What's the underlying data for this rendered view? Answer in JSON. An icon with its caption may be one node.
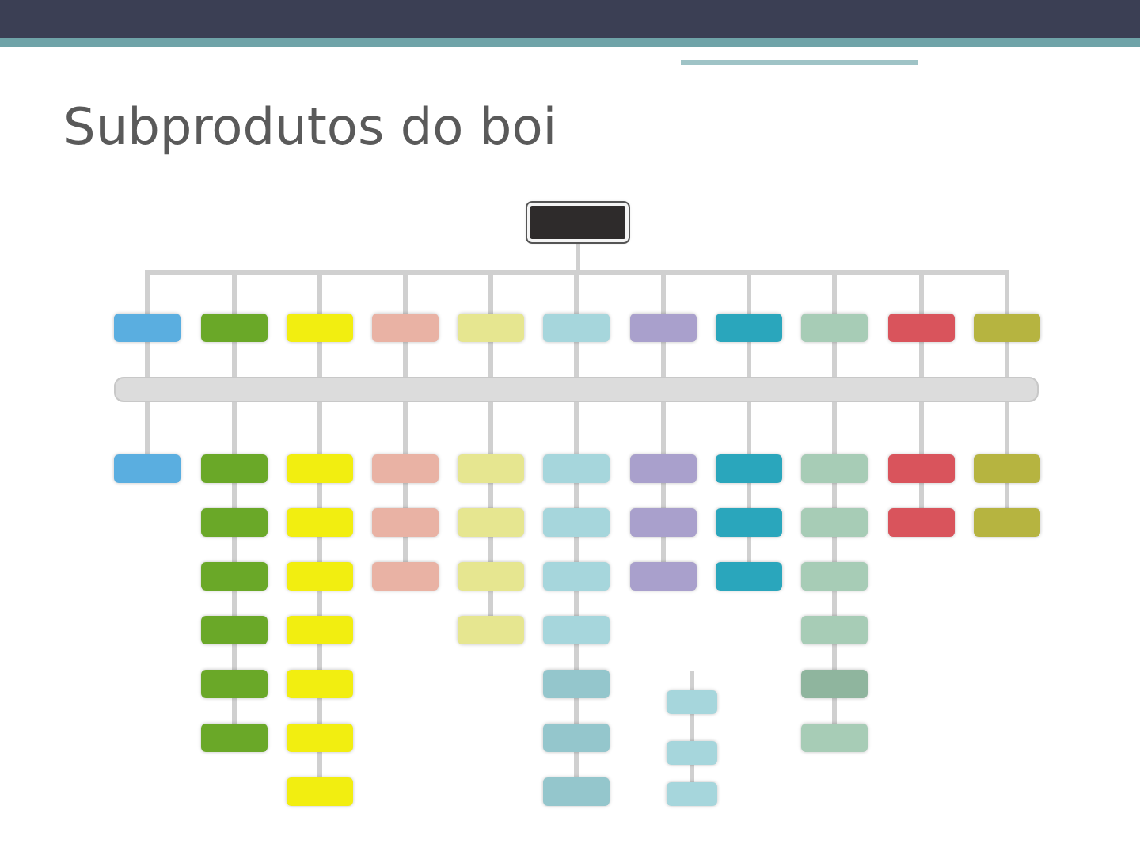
{
  "diagram": {
    "title": "Subprodutos do boi",
    "nodes": [
      {
        "text": [],
        "shape": "box"
      },
      {
        "text": [],
        "shape": "box"
      },
      {
        "text": [],
        "shape": "box"
      },
      {
        "text": [],
        "shape": "box"
      },
      {
        "text": [],
        "shape": "box"
      },
      {
        "text": [],
        "shape": "box"
      },
      {
        "text": [],
        "shape": "box"
      },
      {
        "text": [],
        "shape": "box"
      },
      {
        "text": [],
        "shape": "box"
      },
      {
        "text": [],
        "shape": "box"
      },
      {
        "text": [],
        "shape": "box"
      },
      {
        "text": [],
        "shape": "box"
      },
      {
        "text": [],
        "shape": "bar"
      },
      {
        "text": [],
        "shape": "box"
      },
      {
        "text": [],
        "shape": "box"
      },
      {
        "text": [],
        "shape": "box"
      },
      {
        "text": [],
        "shape": "box"
      },
      {
        "text": [],
        "shape": "box"
      },
      {
        "text": [],
        "shape": "box"
      },
      {
        "text": [],
        "shape": "box"
      },
      {
        "text": [],
        "shape": "box"
      },
      {
        "text": [],
        "shape": "box"
      },
      {
        "text": [],
        "shape": "box"
      },
      {
        "text": [],
        "shape": "box"
      },
      {
        "text": [],
        "shape": "box"
      },
      {
        "text": [],
        "shape": "box"
      },
      {
        "text": [],
        "shape": "box"
      },
      {
        "text": [],
        "shape": "box"
      },
      {
        "text": [],
        "shape": "box"
      },
      {
        "text": [],
        "shape": "box"
      },
      {
        "text": [],
        "shape": "box"
      },
      {
        "text": [],
        "shape": "box"
      },
      {
        "text": [],
        "shape": "box"
      },
      {
        "text": [],
        "shape": "box"
      },
      {
        "text": [],
        "shape": "box"
      },
      {
        "text": [],
        "shape": "box"
      },
      {
        "text": [],
        "shape": "box"
      },
      {
        "text": [],
        "shape": "box"
      },
      {
        "text": [],
        "shape": "box"
      },
      {
        "text": [],
        "shape": "box"
      },
      {
        "text": [],
        "shape": "box"
      },
      {
        "text": [],
        "shape": "box"
      },
      {
        "text": [],
        "shape": "box"
      },
      {
        "text": [],
        "shape": "box"
      },
      {
        "text": [],
        "shape": "box"
      },
      {
        "text": [],
        "shape": "box"
      },
      {
        "text": [],
        "shape": "box"
      },
      {
        "text": [],
        "shape": "box"
      },
      {
        "text": [],
        "shape": "box"
      },
      {
        "text": [],
        "shape": "box"
      },
      {
        "text": [],
        "shape": "box"
      },
      {
        "text": [],
        "shape": "box"
      },
      {
        "text": [],
        "shape": "box"
      },
      {
        "text": [],
        "shape": "box"
      },
      {
        "text": [],
        "shape": "box"
      },
      {
        "text": [],
        "shape": "box"
      },
      {
        "text": [],
        "shape": "box"
      },
      {
        "text": [],
        "shape": "box"
      },
      {
        "text": [],
        "shape": "box"
      },
      {
        "text": [],
        "shape": "box"
      }
    ],
    "edges": [
      {
        "from": 0,
        "to": 1,
        "arrow": "none"
      },
      {
        "from": 0,
        "to": 2,
        "arrow": "none"
      },
      {
        "from": 0,
        "to": 3,
        "arrow": "none"
      },
      {
        "from": 0,
        "to": 4,
        "arrow": "none"
      },
      {
        "from": 0,
        "to": 5,
        "arrow": "none"
      },
      {
        "from": 0,
        "to": 6,
        "arrow": "none"
      },
      {
        "from": 0,
        "to": 7,
        "arrow": "none"
      },
      {
        "from": 0,
        "to": 8,
        "arrow": "none"
      },
      {
        "from": 0,
        "to": 9,
        "arrow": "none"
      },
      {
        "from": 0,
        "to": 10,
        "arrow": "none"
      },
      {
        "from": 0,
        "to": 11,
        "arrow": "none"
      },
      {
        "from": 1,
        "to": 12,
        "arrow": "none"
      },
      {
        "from": 2,
        "to": 12,
        "arrow": "none"
      },
      {
        "from": 3,
        "to": 12,
        "arrow": "none"
      },
      {
        "from": 4,
        "to": 12,
        "arrow": "none"
      },
      {
        "from": 5,
        "to": 12,
        "arrow": "none"
      },
      {
        "from": 6,
        "to": 12,
        "arrow": "none"
      },
      {
        "from": 7,
        "to": 12,
        "arrow": "none"
      },
      {
        "from": 8,
        "to": 12,
        "arrow": "none"
      },
      {
        "from": 9,
        "to": 12,
        "arrow": "none"
      },
      {
        "from": 10,
        "to": 12,
        "arrow": "none"
      },
      {
        "from": 11,
        "to": 12,
        "arrow": "none"
      },
      {
        "from": 12,
        "to": 13,
        "arrow": "none"
      },
      {
        "from": 12,
        "to": 14,
        "arrow": "none"
      },
      {
        "from": 12,
        "to": 20,
        "arrow": "none"
      },
      {
        "from": 12,
        "to": 27,
        "arrow": "none"
      },
      {
        "from": 12,
        "to": 30,
        "arrow": "none"
      },
      {
        "from": 12,
        "to": 34,
        "arrow": "none"
      },
      {
        "from": 12,
        "to": 41,
        "arrow": "none"
      },
      {
        "from": 12,
        "to": 44,
        "arrow": "none"
      },
      {
        "from": 12,
        "to": 47,
        "arrow": "none"
      },
      {
        "from": 12,
        "to": 53,
        "arrow": "none"
      },
      {
        "from": 12,
        "to": 55,
        "arrow": "none"
      },
      {
        "from": 14,
        "to": 15,
        "arrow": "none"
      },
      {
        "from": 15,
        "to": 16,
        "arrow": "none"
      },
      {
        "from": 16,
        "to": 17,
        "arrow": "none"
      },
      {
        "from": 17,
        "to": 18,
        "arrow": "none"
      },
      {
        "from": 18,
        "to": 19,
        "arrow": "none"
      },
      {
        "from": 20,
        "to": 21,
        "arrow": "none"
      },
      {
        "from": 21,
        "to": 22,
        "arrow": "none"
      },
      {
        "from": 22,
        "to": 23,
        "arrow": "none"
      },
      {
        "from": 23,
        "to": 24,
        "arrow": "none"
      },
      {
        "from": 24,
        "to": 25,
        "arrow": "none"
      },
      {
        "from": 25,
        "to": 26,
        "arrow": "none"
      },
      {
        "from": 27,
        "to": 28,
        "arrow": "none"
      },
      {
        "from": 28,
        "to": 29,
        "arrow": "none"
      },
      {
        "from": 30,
        "to": 31,
        "arrow": "none"
      },
      {
        "from": 31,
        "to": 32,
        "arrow": "none"
      },
      {
        "from": 32,
        "to": 33,
        "arrow": "none"
      },
      {
        "from": 34,
        "to": 35,
        "arrow": "none"
      },
      {
        "from": 35,
        "to": 36,
        "arrow": "none"
      },
      {
        "from": 36,
        "to": 37,
        "arrow": "none"
      },
      {
        "from": 37,
        "to": 38,
        "arrow": "none"
      },
      {
        "from": 38,
        "to": 39,
        "arrow": "none"
      },
      {
        "from": 39,
        "to": 40,
        "arrow": "none"
      },
      {
        "from": 41,
        "to": 42,
        "arrow": "none"
      },
      {
        "from": 42,
        "to": 43,
        "arrow": "none"
      },
      {
        "from": 44,
        "to": 45,
        "arrow": "none"
      },
      {
        "from": 45,
        "to": 46,
        "arrow": "none"
      },
      {
        "from": 47,
        "to": 48,
        "arrow": "none"
      },
      {
        "from": 48,
        "to": 49,
        "arrow": "none"
      },
      {
        "from": 49,
        "to": 50,
        "arrow": "none"
      },
      {
        "from": 50,
        "to": 51,
        "arrow": "none"
      },
      {
        "from": 51,
        "to": 52,
        "arrow": "none"
      },
      {
        "from": 53,
        "to": 54,
        "arrow": "none"
      },
      {
        "from": 55,
        "to": 56,
        "arrow": "none"
      },
      {
        "from": null,
        "to": 57,
        "arrow": "none"
      },
      {
        "from": 57,
        "to": 58,
        "arrow": "none"
      },
      {
        "from": 58,
        "to": 59,
        "arrow": "none"
      }
    ]
  }
}
